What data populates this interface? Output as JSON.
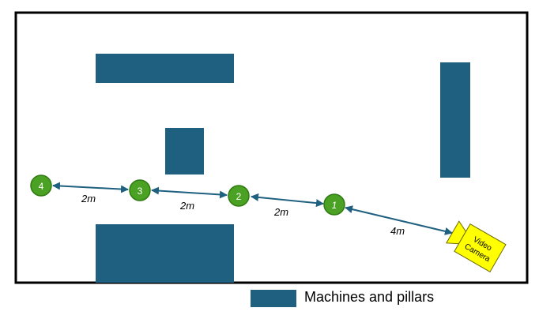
{
  "colors": {
    "machine_fill": "#1f5f7f",
    "node_fill": "#4aa123",
    "node_stroke": "#2f7a12",
    "arrow": "#1f5f7f",
    "camera_fill": "#ffff00",
    "camera_stroke": "#6a6a00",
    "room_border": "#000000"
  },
  "nodes": [
    {
      "label": "1"
    },
    {
      "label": "2"
    },
    {
      "label": "3"
    },
    {
      "label": "4"
    }
  ],
  "distances": [
    {
      "label": "4m"
    },
    {
      "label": "2m"
    },
    {
      "label": "2m"
    },
    {
      "label": "2m"
    }
  ],
  "camera": {
    "line1": "Video",
    "line2": "Camera"
  },
  "legend": {
    "label": "Machines and pillars"
  }
}
